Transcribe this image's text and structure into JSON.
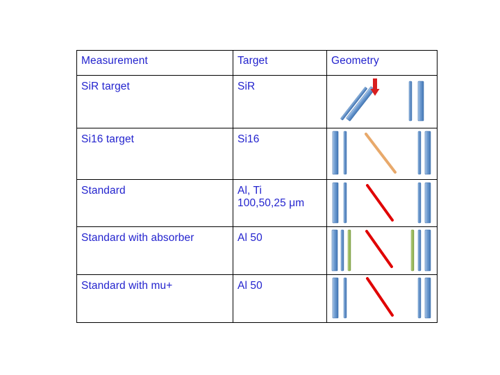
{
  "slide": {
    "background_color": "#ffffff",
    "text_color": "#2323CE",
    "border_color": "#000000"
  },
  "table": {
    "name": "measurement-target-geometry-table",
    "columns": [
      {
        "key": "measurement",
        "label": "Measurement"
      },
      {
        "key": "target",
        "label": "Target"
      },
      {
        "key": "geometry",
        "label": "Geometry"
      }
    ],
    "rows": [
      {
        "measurement": "SiR target",
        "target": "SiR",
        "geometry": {
          "description": "two tilted blue detector bars at left with red down arrow, two vertical blue bars at right",
          "left_elements": [
            "blue-bar-thin-tilted",
            "blue-bar-wide-tilted"
          ],
          "middle_elements": [
            "red-down-arrow"
          ],
          "right_elements": [
            "blue-bar-thin",
            "blue-bar-wide"
          ]
        }
      },
      {
        "measurement": "Si16 target",
        "target": "Si16",
        "geometry": {
          "description": "two blue bars at left, tan diagonal line in middle, two blue bars at right",
          "left_elements": [
            "blue-bar-wide",
            "blue-bar-thin"
          ],
          "middle_elements": [
            "tan-diagonal-line"
          ],
          "right_elements": [
            "blue-bar-thin",
            "blue-bar-wide"
          ]
        }
      },
      {
        "measurement": "Standard",
        "target": "Al, Ti\n100,50,25 μm",
        "geometry": {
          "description": "two blue bars at left, red diagonal line in middle, two blue bars at right",
          "left_elements": [
            "blue-bar-wide",
            "blue-bar-thin"
          ],
          "middle_elements": [
            "red-diagonal-line"
          ],
          "right_elements": [
            "blue-bar-thin",
            "blue-bar-wide"
          ]
        }
      },
      {
        "measurement": "Standard with absorber",
        "target": "Al 50",
        "geometry": {
          "description": "blue, blue and green bars at left, red diagonal line in middle, green, blue and blue bars at right",
          "left_elements": [
            "blue-bar-wide",
            "blue-bar-thin",
            "green-bar"
          ],
          "middle_elements": [
            "red-diagonal-line"
          ],
          "right_elements": [
            "green-bar",
            "blue-bar-thin",
            "blue-bar-wide"
          ]
        }
      },
      {
        "measurement": "Standard with mu+",
        "target": "Al 50",
        "geometry": {
          "description": "two blue bars at left, red diagonal line in middle, two blue bars at right",
          "left_elements": [
            "blue-bar-wide",
            "blue-bar-thin"
          ],
          "middle_elements": [
            "red-diagonal-line"
          ],
          "right_elements": [
            "blue-bar-thin",
            "blue-bar-wide"
          ]
        }
      }
    ]
  },
  "palette": {
    "bar_blue_light": "#AFCBEA",
    "bar_blue_mid": "#4F81BD",
    "bar_blue_dark": "#31618F",
    "bar_green": "#9BBB59",
    "arrow_red": "#D81E1E",
    "line_red": "#E00000",
    "line_tan": "#E8A96B"
  }
}
